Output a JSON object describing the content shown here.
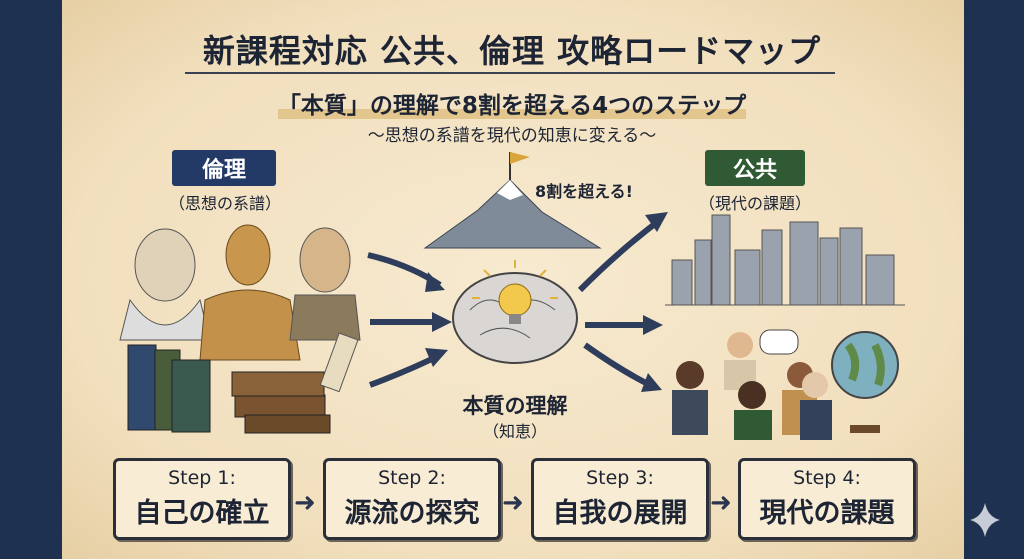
{
  "header": {
    "title": "新課程対応 公共、倫理 攻略ロードマップ",
    "subtitle_part1": "「本質」の理解で",
    "subtitle_part2": "8割を超える4つのステップ",
    "tagline": "〜思想の系譜を現代の知恵に変える〜"
  },
  "left": {
    "label": "倫理",
    "caption": "（思想の系譜）",
    "color": "#243a66"
  },
  "right": {
    "label": "公共",
    "caption": "（現代の課題）",
    "color": "#2f5a34"
  },
  "center": {
    "goal": "8割を超える!",
    "label": "本質の理解",
    "caption": "（知恵）"
  },
  "steps": [
    {
      "number": "Step 1:",
      "title": "自己の確立"
    },
    {
      "number": "Step 2:",
      "title": "源流の探究"
    },
    {
      "number": "Step 3:",
      "title": "自我の展開"
    },
    {
      "number": "Step 4:",
      "title": "現代の課題"
    }
  ],
  "arrow_glyph": "➜"
}
